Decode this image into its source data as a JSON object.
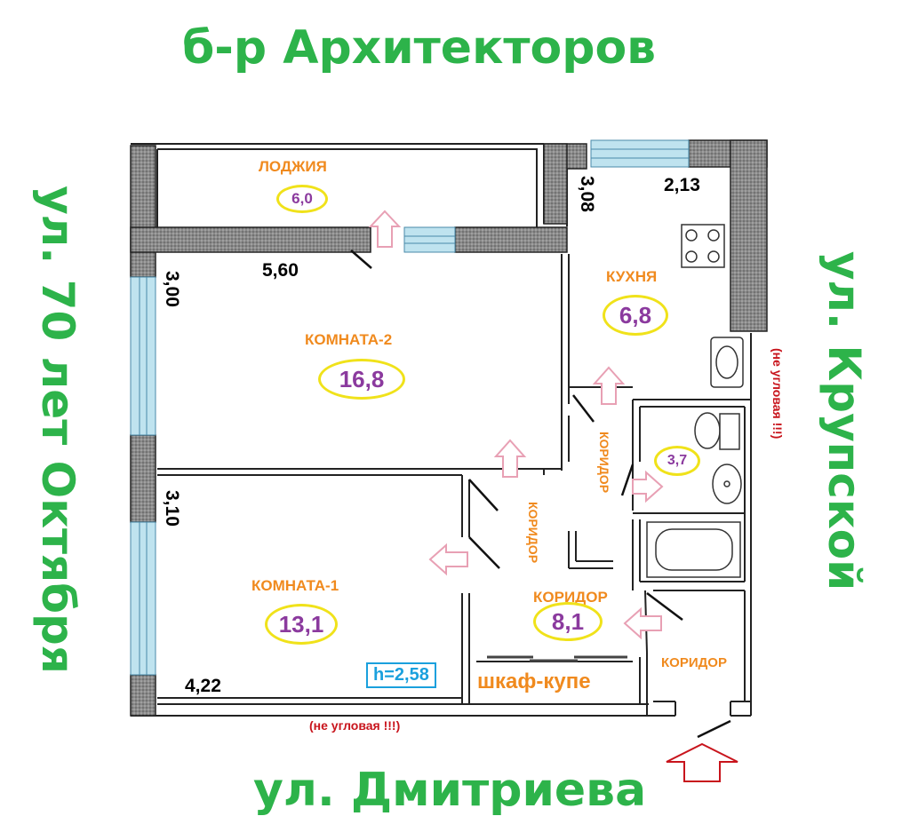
{
  "streets": {
    "top": "б-р Архитекторов",
    "bottom": "ул. Дмитриева",
    "left": "ул. 70 лет Октября",
    "right": "ул. Крупской"
  },
  "rooms": {
    "loggia": {
      "name": "ЛОДЖИЯ",
      "area": "6,0"
    },
    "room2": {
      "name": "КОМНАТА-2",
      "area": "16,8"
    },
    "kitchen": {
      "name": "КУХНЯ",
      "area": "6,8"
    },
    "room1": {
      "name": "КОМНАТА-1",
      "area": "13,1"
    },
    "corridor_main": {
      "name": "КОРИДОР",
      "area": "8,1"
    },
    "bathroom": {
      "area": "3,7"
    },
    "corridor_labels": [
      "КОРИДОР",
      "КОРИДОР",
      "КОРИДОР"
    ]
  },
  "dimensions": {
    "loggia_width": "5,60",
    "room2_depth": "3,00",
    "room1_depth": "3,10",
    "room1_width": "4,22",
    "kitchen_width": "2,13",
    "kitchen_depth": "3,08"
  },
  "notes": {
    "height": "h=2,58",
    "wardrobe": "шкаф-купе",
    "not_corner_bottom": "(не угловая !!!)",
    "not_corner_right": "(не угловая !!!)"
  }
}
